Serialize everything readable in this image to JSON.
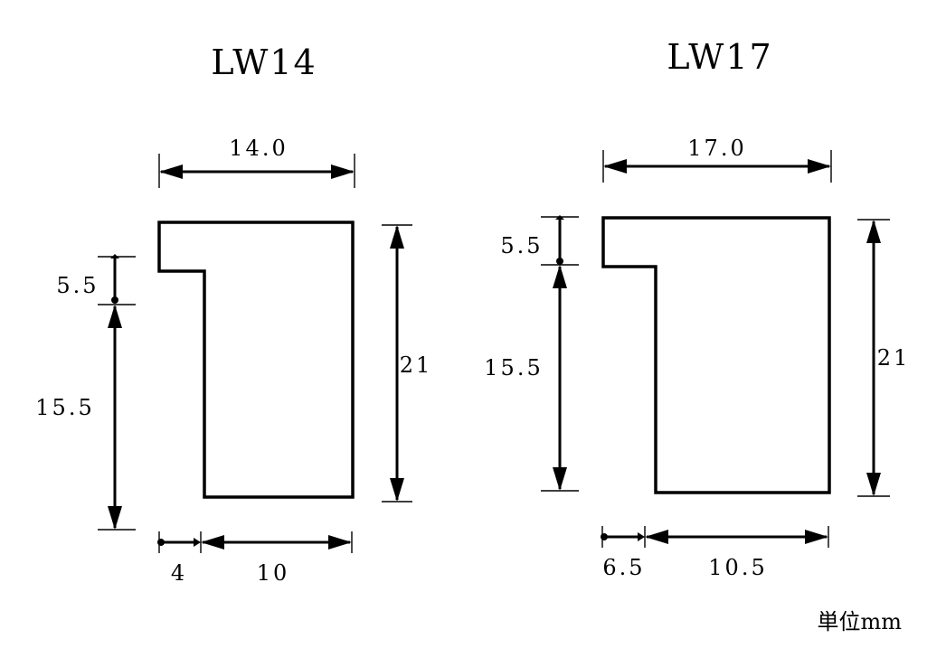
{
  "profiles": [
    {
      "title": "LW14",
      "dims": {
        "width": "14.0",
        "height": "21",
        "lip_height": "5.5",
        "body_height": "15.5",
        "lip_width": "4",
        "body_width": "10"
      }
    },
    {
      "title": "LW17",
      "dims": {
        "width": "17.0",
        "height": "21",
        "lip_height": "5.5",
        "body_height": "15.5",
        "lip_width": "6.5",
        "body_width": "10.5"
      }
    }
  ],
  "unit_label": "単位mm"
}
